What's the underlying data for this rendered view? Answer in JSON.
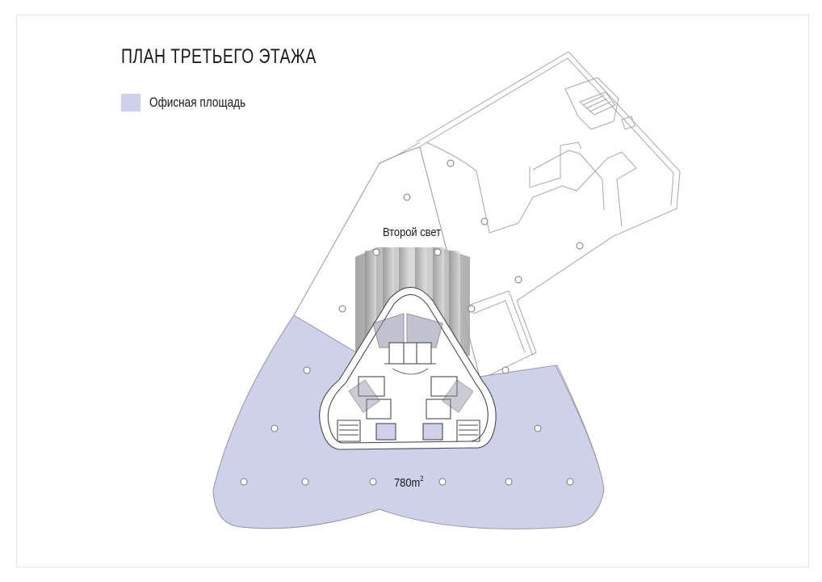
{
  "title": "ПЛАН ТРЕТЬЕГО ЭТАЖА",
  "legend": {
    "office_label": "Офисная площадь",
    "office_color": "#cfd0ea"
  },
  "plan": {
    "atrium_label": "Второй свет",
    "area_value": "780m",
    "area_exponent": "2"
  },
  "colors": {
    "line": "#9a9a9a",
    "wall": "#4a4a4a",
    "atrium": "#b8b8b8"
  }
}
